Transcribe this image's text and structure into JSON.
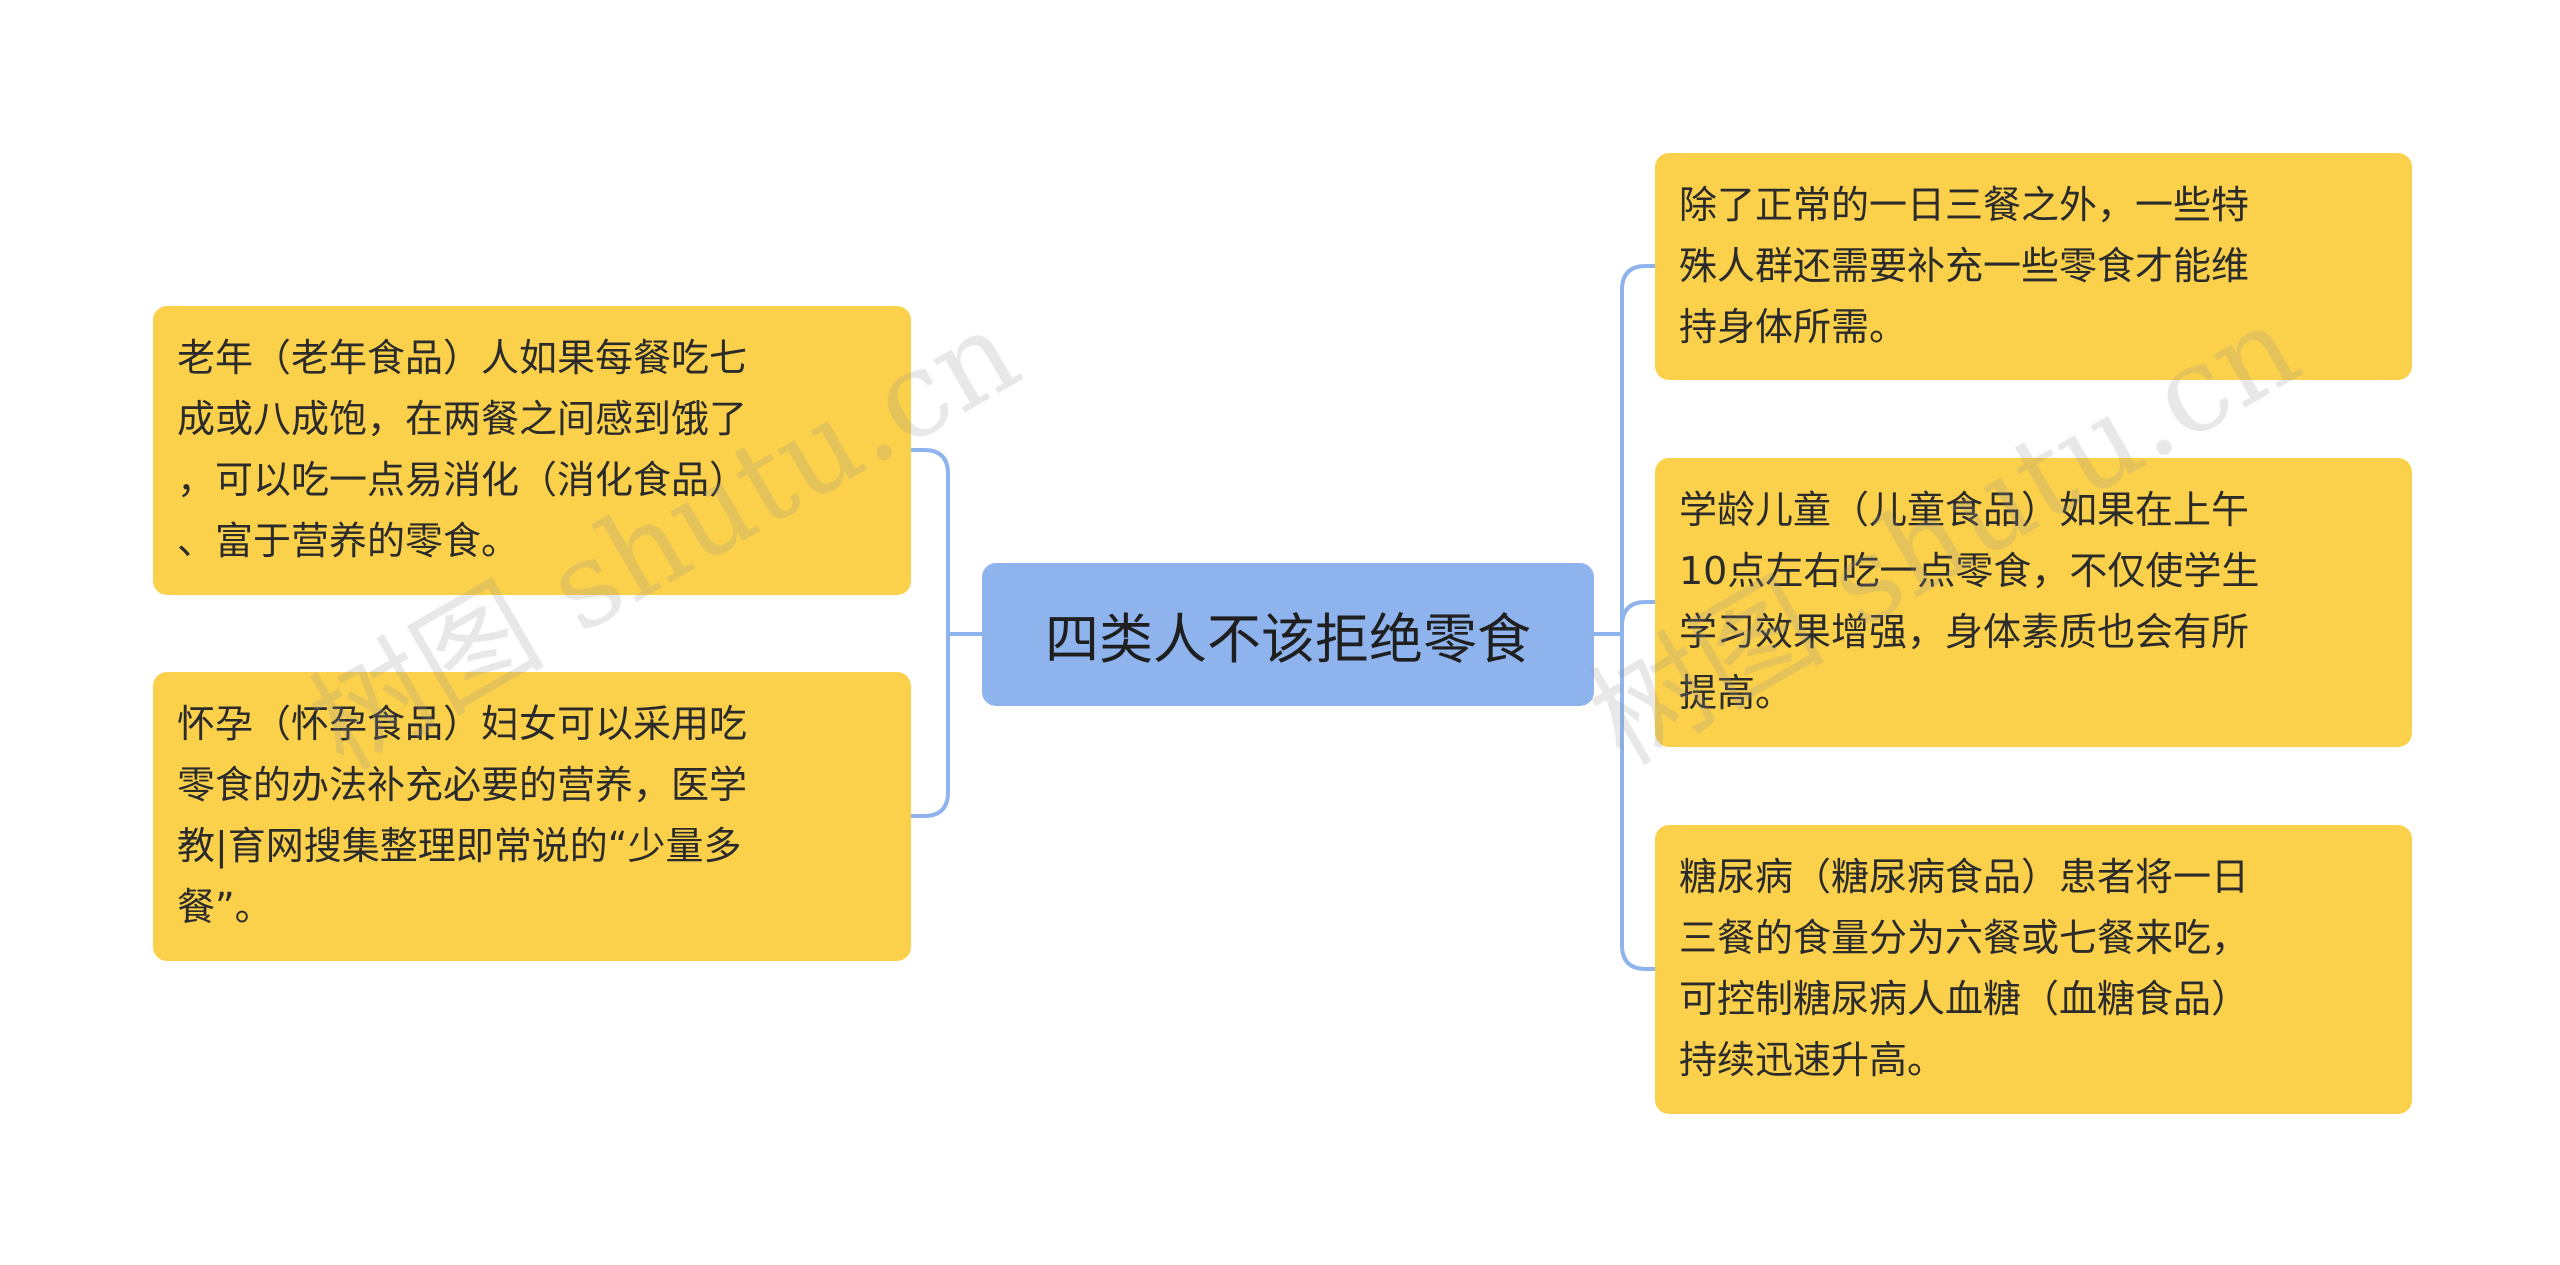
{
  "root": {
    "label": "四类人不该拒绝零食"
  },
  "left": [
    {
      "text": "老年（老年食品）人如果每餐吃七\n成或八成饱，在两餐之间感到饿了\n，可以吃一点易消化（消化食品）\n、富于营养的零食。"
    },
    {
      "text": "怀孕（怀孕食品）妇女可以采用吃\n零食的办法补充必要的营养，医学\n教|育网搜集整理即常说的“少量多\n餐”。"
    }
  ],
  "right": [
    {
      "text": "除了正常的一日三餐之外，一些特\n殊人群还需要补充一些零食才能维\n持身体所需。"
    },
    {
      "text": "学龄儿童（儿童食品）如果在上午\n10点左右吃一点零食，不仅使学生\n学习效果增强，身体素质也会有所\n提高。"
    },
    {
      "text": "糖尿病（糖尿病食品）患者将一日\n三餐的食量分为六餐或七餐来吃，\n可控制糖尿病人血糖（血糖食品）\n持续迅速升高。"
    }
  ],
  "watermark": {
    "text": "树图 shutu.cn"
  },
  "colors": {
    "root_fill": "#8eb3ed",
    "leaf_fill": "#fbd04b",
    "connector": "#8eb3ed"
  }
}
